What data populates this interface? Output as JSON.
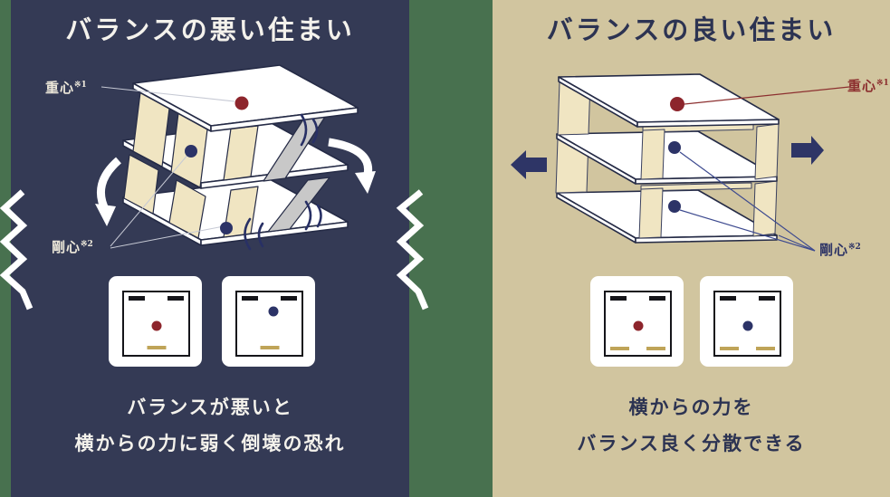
{
  "colors": {
    "page_background": "#48714f",
    "bad_panel_background": "#343a55",
    "good_panel_background": "#d1c59f",
    "gravity_center_dot": "#8d252c",
    "rigidity_center_dot": "#2c3367",
    "wall_panel_cream": "#f0e5c2",
    "failed_brace_gray": "#c8c8c8",
    "plan_shear_wall_tan": "#bfa458",
    "plan_wall_black": "#15151a",
    "light_text": "#f4f2ec",
    "dark_text": "#2c3352",
    "red_label": "#8c2f2f"
  },
  "left_panel": {
    "title": "バランスの悪い住まい",
    "labels": {
      "gravity": {
        "text": "重心",
        "sup": "※1"
      },
      "rigidity": {
        "text": "剛心",
        "sup": "※2"
      }
    },
    "caption": [
      "バランスが悪いと",
      "横からの力に弱く倒壊の恐れ"
    ]
  },
  "right_panel": {
    "title": "バランスの良い住まい",
    "labels": {
      "gravity": {
        "text": "重心",
        "sup": "※1"
      },
      "rigidity": {
        "text": "剛心",
        "sup": "※2"
      }
    },
    "caption": [
      "横からの力を",
      "バランス良く分散できる"
    ]
  }
}
